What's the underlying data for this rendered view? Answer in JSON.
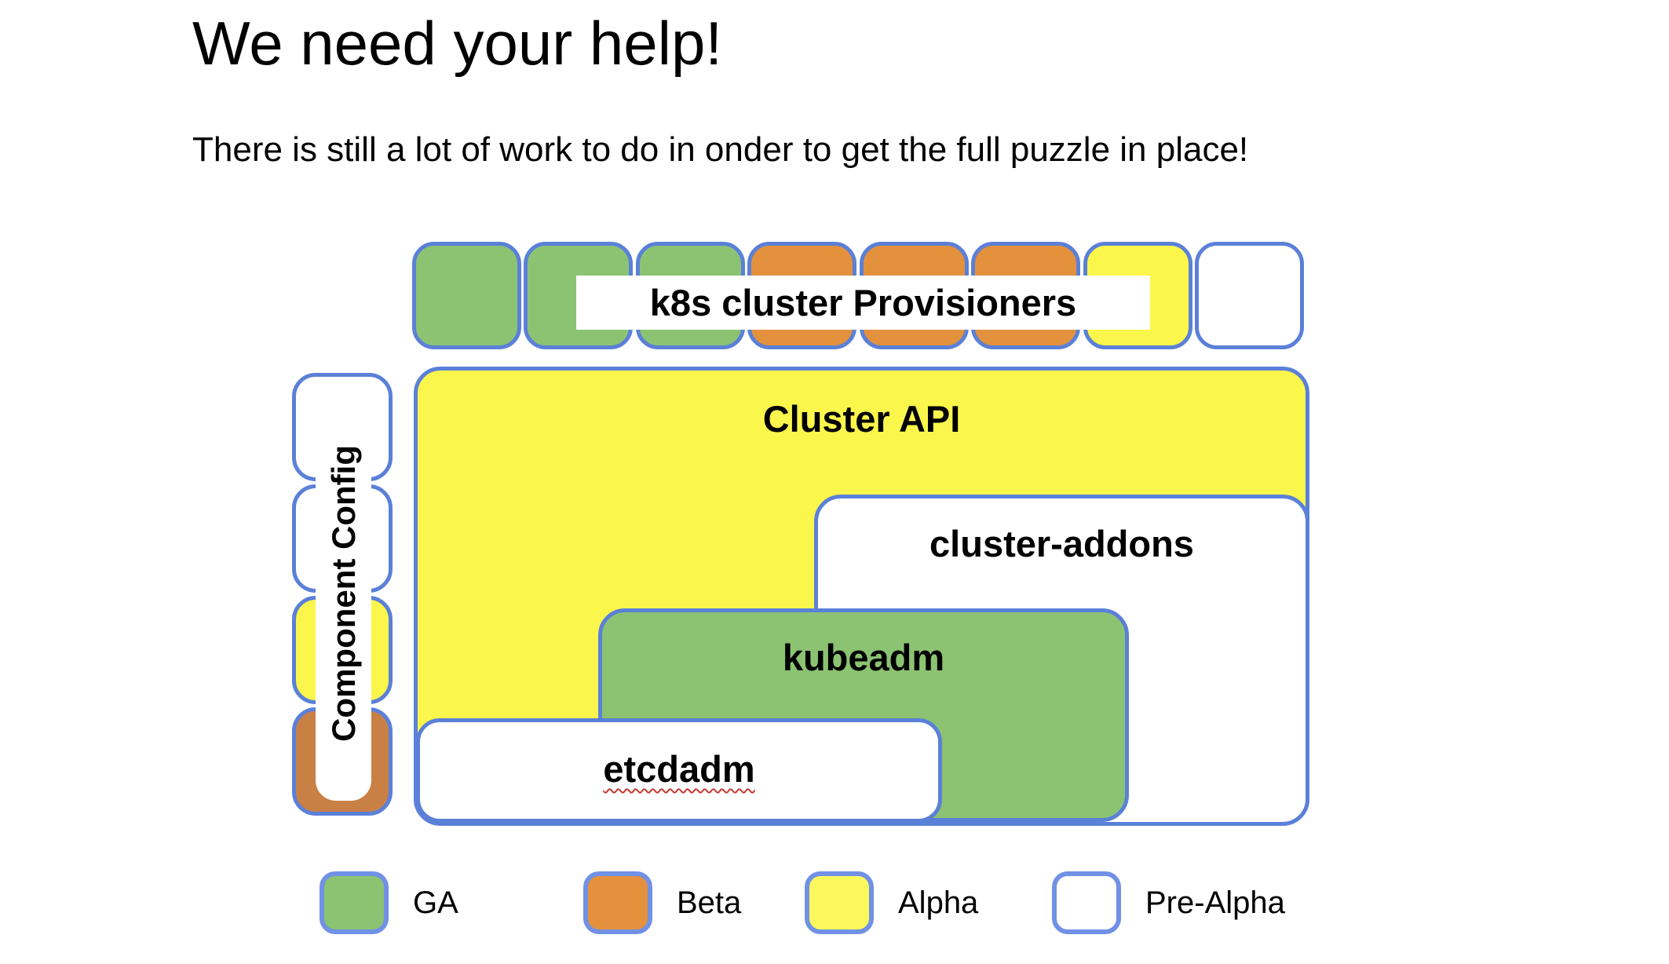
{
  "title": "We need your help!",
  "subtitle": "There is still a lot of work to do in onder to get the full puzzle in place!",
  "colors": {
    "border_blue": "#5b80d8",
    "legend_border_blue": "#7191e6",
    "ga_green": "#8cc372",
    "beta_orange": "#e3913c",
    "beta_orange_dark": "#c98045",
    "alpha_yellow": "#fbf64b",
    "alpha_yellow_light": "#faf85c",
    "pre_alpha_white": "#ffffff",
    "squiggle_red": "#c53b32"
  },
  "provisioners": {
    "label": "k8s cluster Provisioners",
    "pieces": [
      {
        "status": "GA",
        "color": "#8cc372"
      },
      {
        "status": "GA",
        "color": "#8cc372"
      },
      {
        "status": "GA",
        "color": "#8cc372"
      },
      {
        "status": "Beta",
        "color": "#e3913c"
      },
      {
        "status": "Beta",
        "color": "#e3913c"
      },
      {
        "status": "Beta",
        "color": "#e3913c"
      },
      {
        "status": "Alpha",
        "color": "#fbf64b"
      },
      {
        "status": "Pre-Alpha",
        "color": "#ffffff"
      }
    ]
  },
  "component_config": {
    "label": "Component Config",
    "squares": [
      {
        "status": "Pre-Alpha",
        "color": "#ffffff"
      },
      {
        "status": "Pre-Alpha",
        "color": "#ffffff"
      },
      {
        "status": "Alpha",
        "color": "#fbf64b"
      },
      {
        "status": "Beta",
        "color": "#c98045"
      }
    ]
  },
  "blocks": {
    "cluster_api": {
      "label": "Cluster API",
      "status": "Alpha",
      "color": "#fbf64b"
    },
    "cluster_addons": {
      "label": "cluster-addons",
      "status": "Pre-Alpha",
      "color": "#ffffff"
    },
    "kubeadm": {
      "label": "kubeadm",
      "status": "GA",
      "color": "#8cc372"
    },
    "etcdadm": {
      "label": "etcdadm",
      "status": "Pre-Alpha",
      "color": "#ffffff"
    }
  },
  "legend": {
    "items": [
      {
        "label": "GA",
        "color": "#8cc372"
      },
      {
        "label": "Beta",
        "color": "#e3913c"
      },
      {
        "label": "Alpha",
        "color": "#faf85c"
      },
      {
        "label": "Pre-Alpha",
        "color": "#ffffff"
      }
    ]
  }
}
